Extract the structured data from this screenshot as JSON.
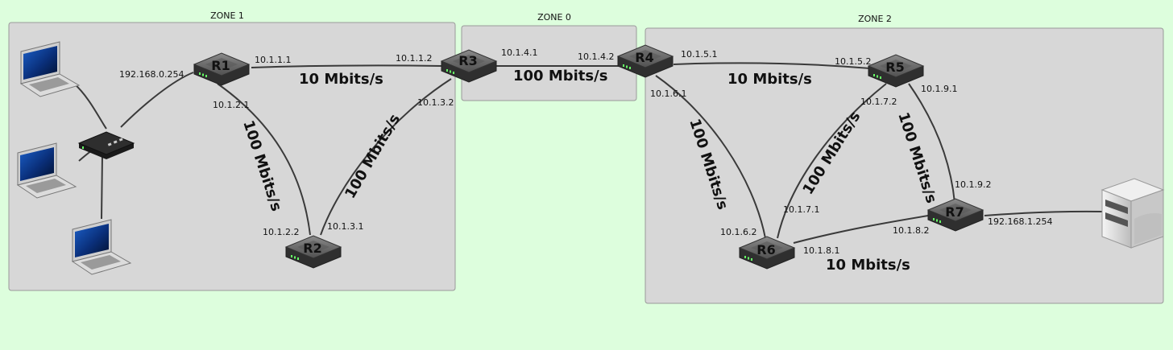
{
  "colors": {
    "background": "#ddfedd",
    "zone_fill": "#d7d7d7",
    "zone_border": "#9a9a9a",
    "link": "#3a3a3a"
  },
  "zones": [
    {
      "id": "zone1",
      "title": "ZONE 1"
    },
    {
      "id": "zone0",
      "title": "ZONE 0"
    },
    {
      "id": "zone2",
      "title": "ZONE 2"
    }
  ],
  "routers": [
    {
      "id": "r1",
      "label": "R1"
    },
    {
      "id": "r2",
      "label": "R2"
    },
    {
      "id": "r3",
      "label": "R3"
    },
    {
      "id": "r4",
      "label": "R4"
    },
    {
      "id": "r5",
      "label": "R5"
    },
    {
      "id": "r6",
      "label": "R6"
    },
    {
      "id": "r7",
      "label": "R7"
    }
  ],
  "devices": [
    {
      "id": "laptop1",
      "icon": "laptop-icon"
    },
    {
      "id": "laptop2",
      "icon": "laptop-icon"
    },
    {
      "id": "laptop3",
      "icon": "laptop-icon"
    },
    {
      "id": "switch",
      "icon": "switch-icon"
    },
    {
      "id": "server",
      "icon": "server-icon"
    }
  ],
  "links": [
    {
      "id": "r1-r3",
      "speed": "10 Mbits/s",
      "ip_a": "10.1.1.1",
      "ip_b": "10.1.1.2"
    },
    {
      "id": "r1-r2",
      "speed": "100 Mbits/s",
      "ip_a": "10.1.2.1",
      "ip_b": "10.1.2.2"
    },
    {
      "id": "r3-r2",
      "speed": "100 Mbits/s",
      "ip_a": "10.1.3.2",
      "ip_b": "10.1.3.1"
    },
    {
      "id": "r3-r4",
      "speed": "100 Mbits/s",
      "ip_a": "10.1.4.1",
      "ip_b": "10.1.4.2"
    },
    {
      "id": "r4-r5",
      "speed": "10 Mbits/s",
      "ip_a": "10.1.5.1",
      "ip_b": "10.1.5.2"
    },
    {
      "id": "r4-r6",
      "speed": "100 Mbits/s",
      "ip_a": "10.1.6.1",
      "ip_b": "10.1.6.2"
    },
    {
      "id": "r5-r6",
      "speed": "100 Mbits/s",
      "ip_a": "10.1.7.2",
      "ip_b": "10.1.7.1"
    },
    {
      "id": "r5-r7",
      "speed": "100 Mbits/s",
      "ip_a": "10.1.9.1",
      "ip_b": "10.1.9.2"
    },
    {
      "id": "r6-r7",
      "speed": "10 Mbits/s",
      "ip_a": "10.1.8.1",
      "ip_b": "10.1.8.2"
    }
  ],
  "lan_ips": {
    "r1_lan": "192.168.0.254",
    "r7_lan": "192.168.1.254"
  }
}
